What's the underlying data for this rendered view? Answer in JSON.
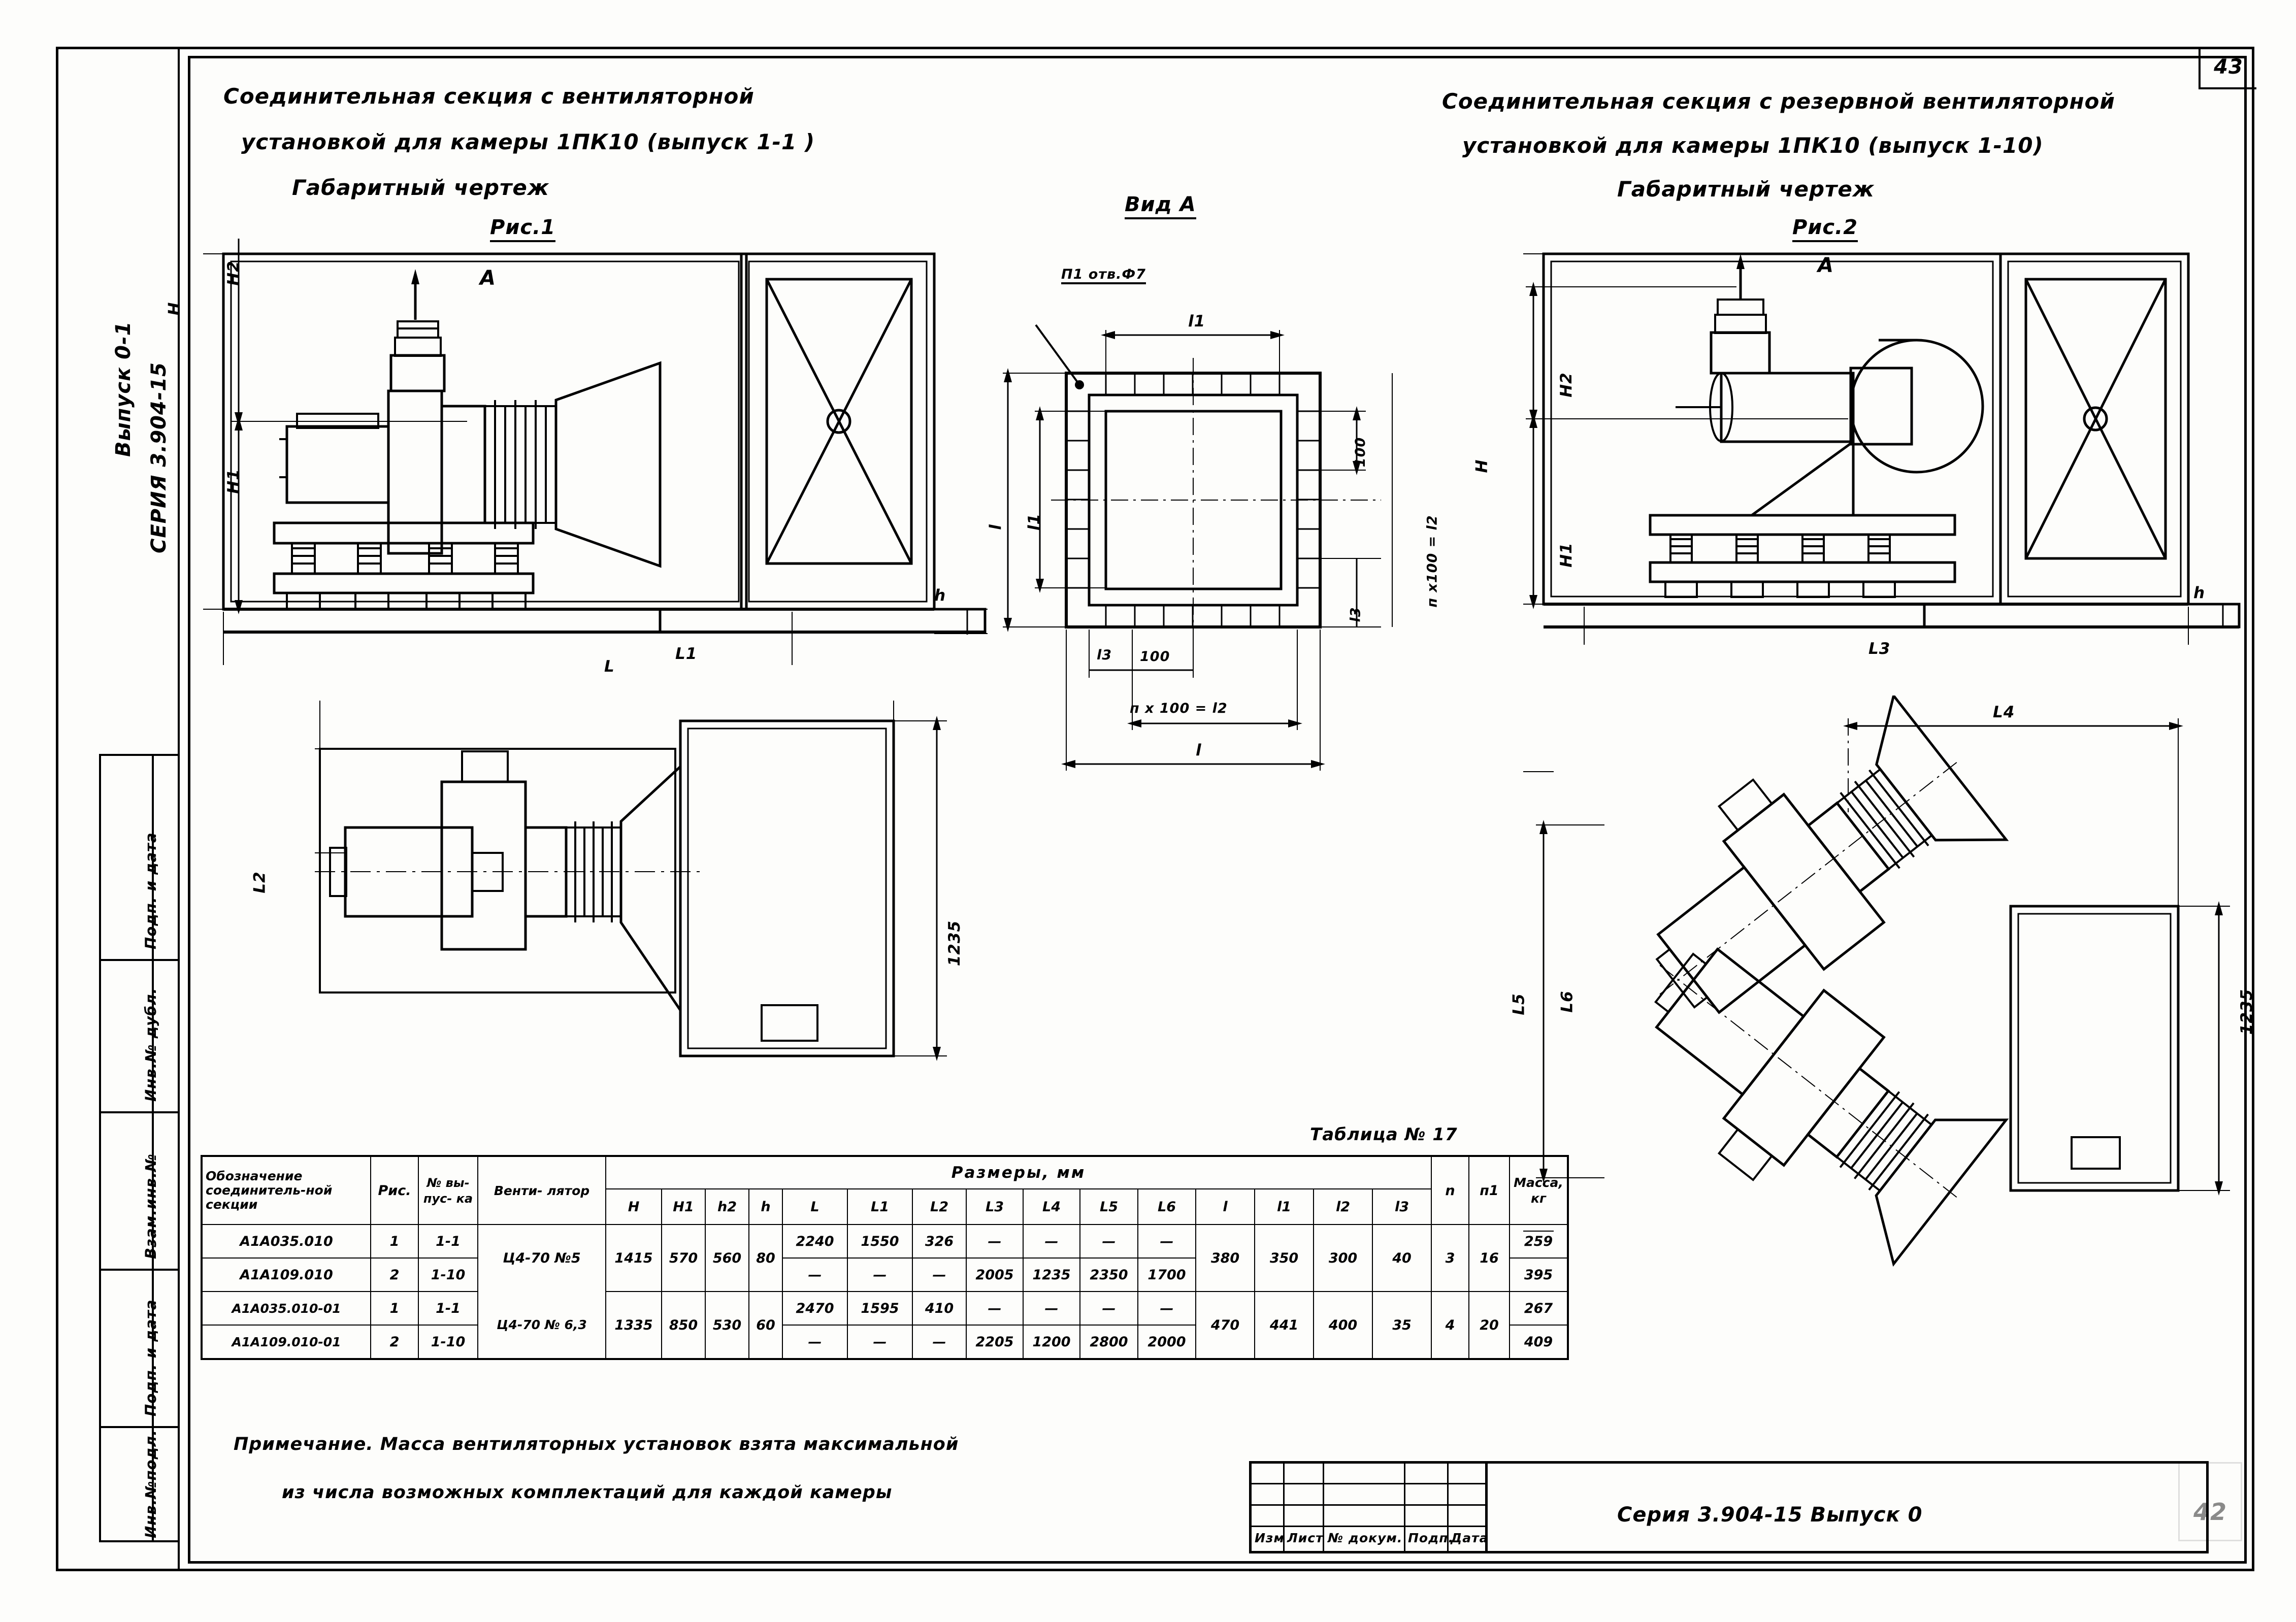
{
  "sheet": {
    "page_number": "43",
    "bottom_corner_number": "42"
  },
  "left_margin": {
    "series_label": "СЕРИЯ 3.904-15",
    "issue_label": "Выпуск 0-1",
    "stamp_rows": [
      "Подп. и дата",
      "Инв.№ дубл.",
      "Взам.инв.№",
      "Подп. и дата",
      "Инв.№подл."
    ]
  },
  "fig1": {
    "title_line1": "Соединительная секция с вентиляторной",
    "title_line2": "установкой для камеры 1ПК10 (выпуск 1-1 )",
    "title_line3": "Габаритный чертеж",
    "caption": "Рис.1",
    "section_arrow": "А",
    "dims": {
      "H": "H",
      "H1": "H1",
      "H2": "H2",
      "L": "L",
      "L1": "L1",
      "L2": "L2",
      "h": "h",
      "width_plan": "1235"
    }
  },
  "view_a": {
    "caption": "Вид А",
    "hole_note": "П1 отв.Ф7",
    "dims": {
      "l": "l",
      "l_vert": "l",
      "l1_top": "l1",
      "l1_left": "l1",
      "l3_bottom": "l3",
      "l3_right": "l3",
      "hundred_bottom": "100",
      "hundred_right": "100",
      "formula_bottom": "п х 100 = l2",
      "formula_right": "п х100 = l2"
    }
  },
  "fig2": {
    "title_line1": "Соединительная секция с резервной вентиляторной",
    "title_line2": "установкой для камеры 1ПК10 (выпуск 1-10)",
    "title_line3": "Габаритный чертеж",
    "caption": "Рис.2",
    "section_arrow": "А",
    "dims": {
      "H": "H",
      "H1": "H1",
      "H2": "H2",
      "L3": "L3",
      "L4": "L4",
      "L5": "L5",
      "L6": "L6",
      "h": "h",
      "width_plan": "1235"
    }
  },
  "table": {
    "caption": "Таблица № 17",
    "group_header_sizes": "Размеры, мм",
    "headers": {
      "designation": "Обозначение соединитель-ной секции",
      "fig": "Рис.",
      "issue": "№ вы- пус- ка",
      "fan": "Венти- лятор",
      "H": "H",
      "H1": "H1",
      "h2": "h2",
      "h": "h",
      "L": "L",
      "L1": "L1",
      "L2": "L2",
      "L3": "L3",
      "L4": "L4",
      "L5": "L5",
      "L6": "L6",
      "l": "l",
      "l1": "l1",
      "l2": "l2",
      "l3": "l3",
      "n": "n",
      "n1": "п1",
      "mass": "Масса, кг"
    },
    "rows": [
      {
        "designation": "А1А035.010",
        "fig": "1",
        "issue": "1-1",
        "fan": "Ц4-70 №5",
        "H": "1415",
        "H1": "570",
        "h2": "560",
        "h": "80",
        "L": "2240",
        "L1": "1550",
        "L2": "326",
        "L3": "—",
        "L4": "—",
        "L5": "—",
        "L6": "—",
        "l": "380",
        "l1": "350",
        "l2": "300",
        "l3": "40",
        "n": "3",
        "n1": "16",
        "mass": "259"
      },
      {
        "designation": "А1А109.010",
        "fig": "2",
        "issue": "1-10",
        "fan": "Ц4-70 №5",
        "H": "1415",
        "H1": "570",
        "h2": "560",
        "h": "80",
        "L": "—",
        "L1": "—",
        "L2": "—",
        "L3": "2005",
        "L4": "1235",
        "L5": "2350",
        "L6": "1700",
        "l": "380",
        "l1": "350",
        "l2": "300",
        "l3": "40",
        "n": "3",
        "n1": "16",
        "mass": "395"
      },
      {
        "designation": "А1А035.010-01",
        "fig": "1",
        "issue": "1-1",
        "fan": "Ц4-70 № 6,3",
        "H": "1335",
        "H1": "850",
        "h2": "530",
        "h": "60",
        "L": "2470",
        "L1": "1595",
        "L2": "410",
        "L3": "—",
        "L4": "—",
        "L5": "—",
        "L6": "—",
        "l": "470",
        "l1": "441",
        "l2": "400",
        "l3": "35",
        "n": "4",
        "n1": "20",
        "mass": "267"
      },
      {
        "designation": "А1А109.010-01",
        "fig": "2",
        "issue": "1-10",
        "fan": "Ц4-70 № 6,3",
        "H": "1335",
        "H1": "850",
        "h2": "530",
        "h": "60",
        "L": "—",
        "L1": "—",
        "L2": "—",
        "L3": "2205",
        "L4": "1200",
        "L5": "2800",
        "L6": "2000",
        "l": "470",
        "l1": "441",
        "l2": "400",
        "l3": "35",
        "n": "4",
        "n1": "20",
        "mass": "409"
      }
    ]
  },
  "note": {
    "line1": "Примечание. Масса вентиляторных установок взята максимальной",
    "line2": "из числа возможных комплектаций для каждой камеры"
  },
  "title_block": {
    "columns": [
      "Изм",
      "Лист",
      "№ докум.",
      "Подп.",
      "Дата"
    ],
    "main_text": "Серия 3.904-15  Выпуск 0"
  }
}
